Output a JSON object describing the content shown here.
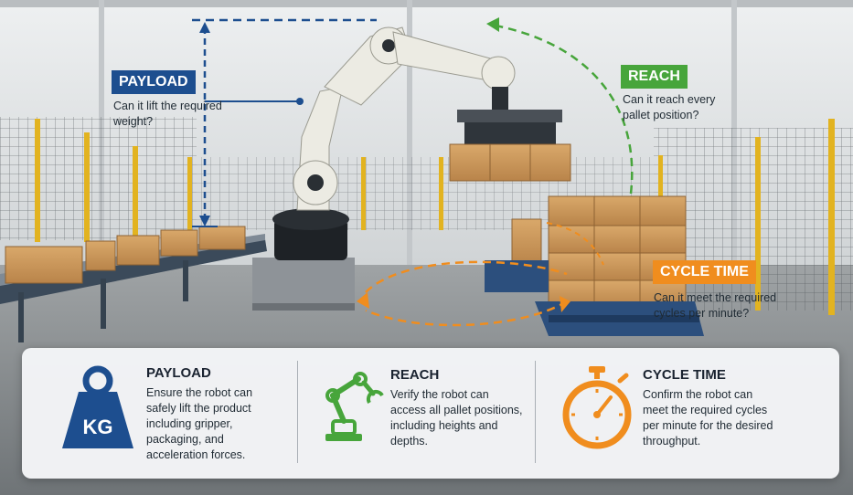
{
  "callouts": {
    "payload": {
      "label": "PAYLOAD",
      "question": "Can it lift the required weight?",
      "color": "#1d4e8f"
    },
    "reach": {
      "label": "REACH",
      "question": "Can it reach every pallet position?",
      "color": "#47a53b"
    },
    "cycle_time": {
      "label": "CYCLE TIME",
      "question": "Can it meet the required cycles per minute?",
      "color": "#f08d1e"
    }
  },
  "panel": {
    "payload": {
      "title": "PAYLOAD",
      "icon": "kg-weight-icon",
      "icon_text": "KG",
      "text": "Ensure the robot can safely lift the product including gripper, packaging, and acceleration forces."
    },
    "reach": {
      "title": "REACH",
      "icon": "robot-arm-icon",
      "text": "Verify the robot can access all pallet positions, including heights and depths."
    },
    "cycle_time": {
      "title": "CYCLE TIME",
      "icon": "stopwatch-icon",
      "text": "Confirm the robot can meet the required cycles per minute for the desired throughput."
    }
  }
}
